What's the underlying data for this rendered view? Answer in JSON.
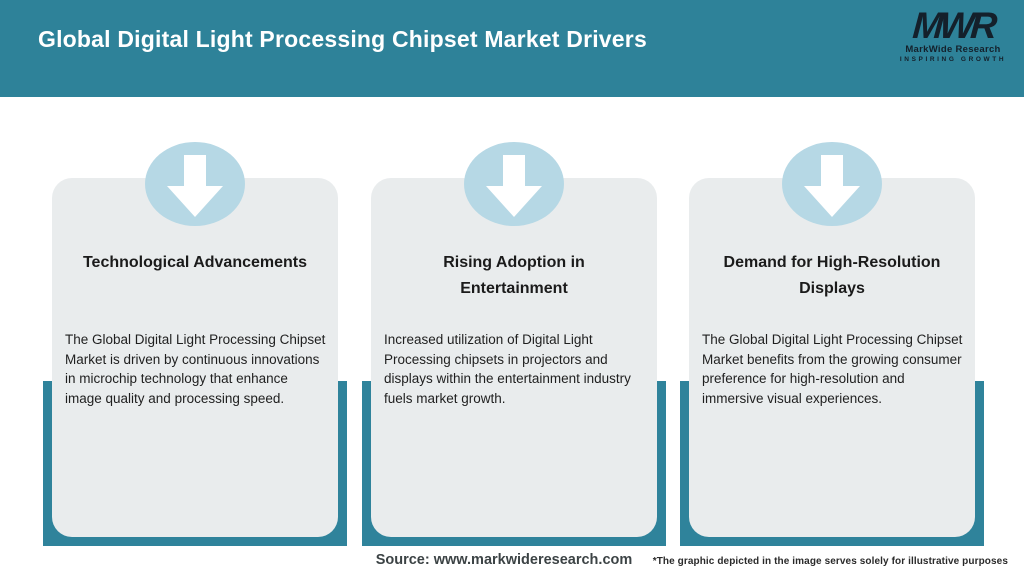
{
  "header": {
    "title": "Global Digital Light Processing Chipset Market Drivers",
    "logo": {
      "monogram": "MWR",
      "name": "MarkWide Research",
      "tagline": "INSPIRING GROWTH"
    }
  },
  "cards": [
    {
      "title": "Technological Advancements",
      "description": "The Global Digital Light Processing Chipset Market is driven by continuous innovations in microchip technology that enhance image quality and processing speed."
    },
    {
      "title": "Rising Adoption in Entertainment",
      "description": "Increased utilization of Digital Light Processing chipsets in projectors and displays within the entertainment industry fuels market growth."
    },
    {
      "title": "Demand for High-Resolution Displays",
      "description": "The Global Digital Light Processing Chipset Market benefits from the growing consumer preference for high-resolution and immersive visual experiences."
    }
  ],
  "footer": {
    "source": "Source: www.markwideresearch.com",
    "disclaimer": "*The graphic depicted in the image serves solely for illustrative purposes"
  },
  "colors": {
    "header_teal": "#2E8299",
    "backdrop_teal": "#2F839B",
    "card_gray": "#E9ECED",
    "circle_blue": "#B6D8E5",
    "arrow_white": "#FFFFFF",
    "logo_dark": "#14202B"
  }
}
